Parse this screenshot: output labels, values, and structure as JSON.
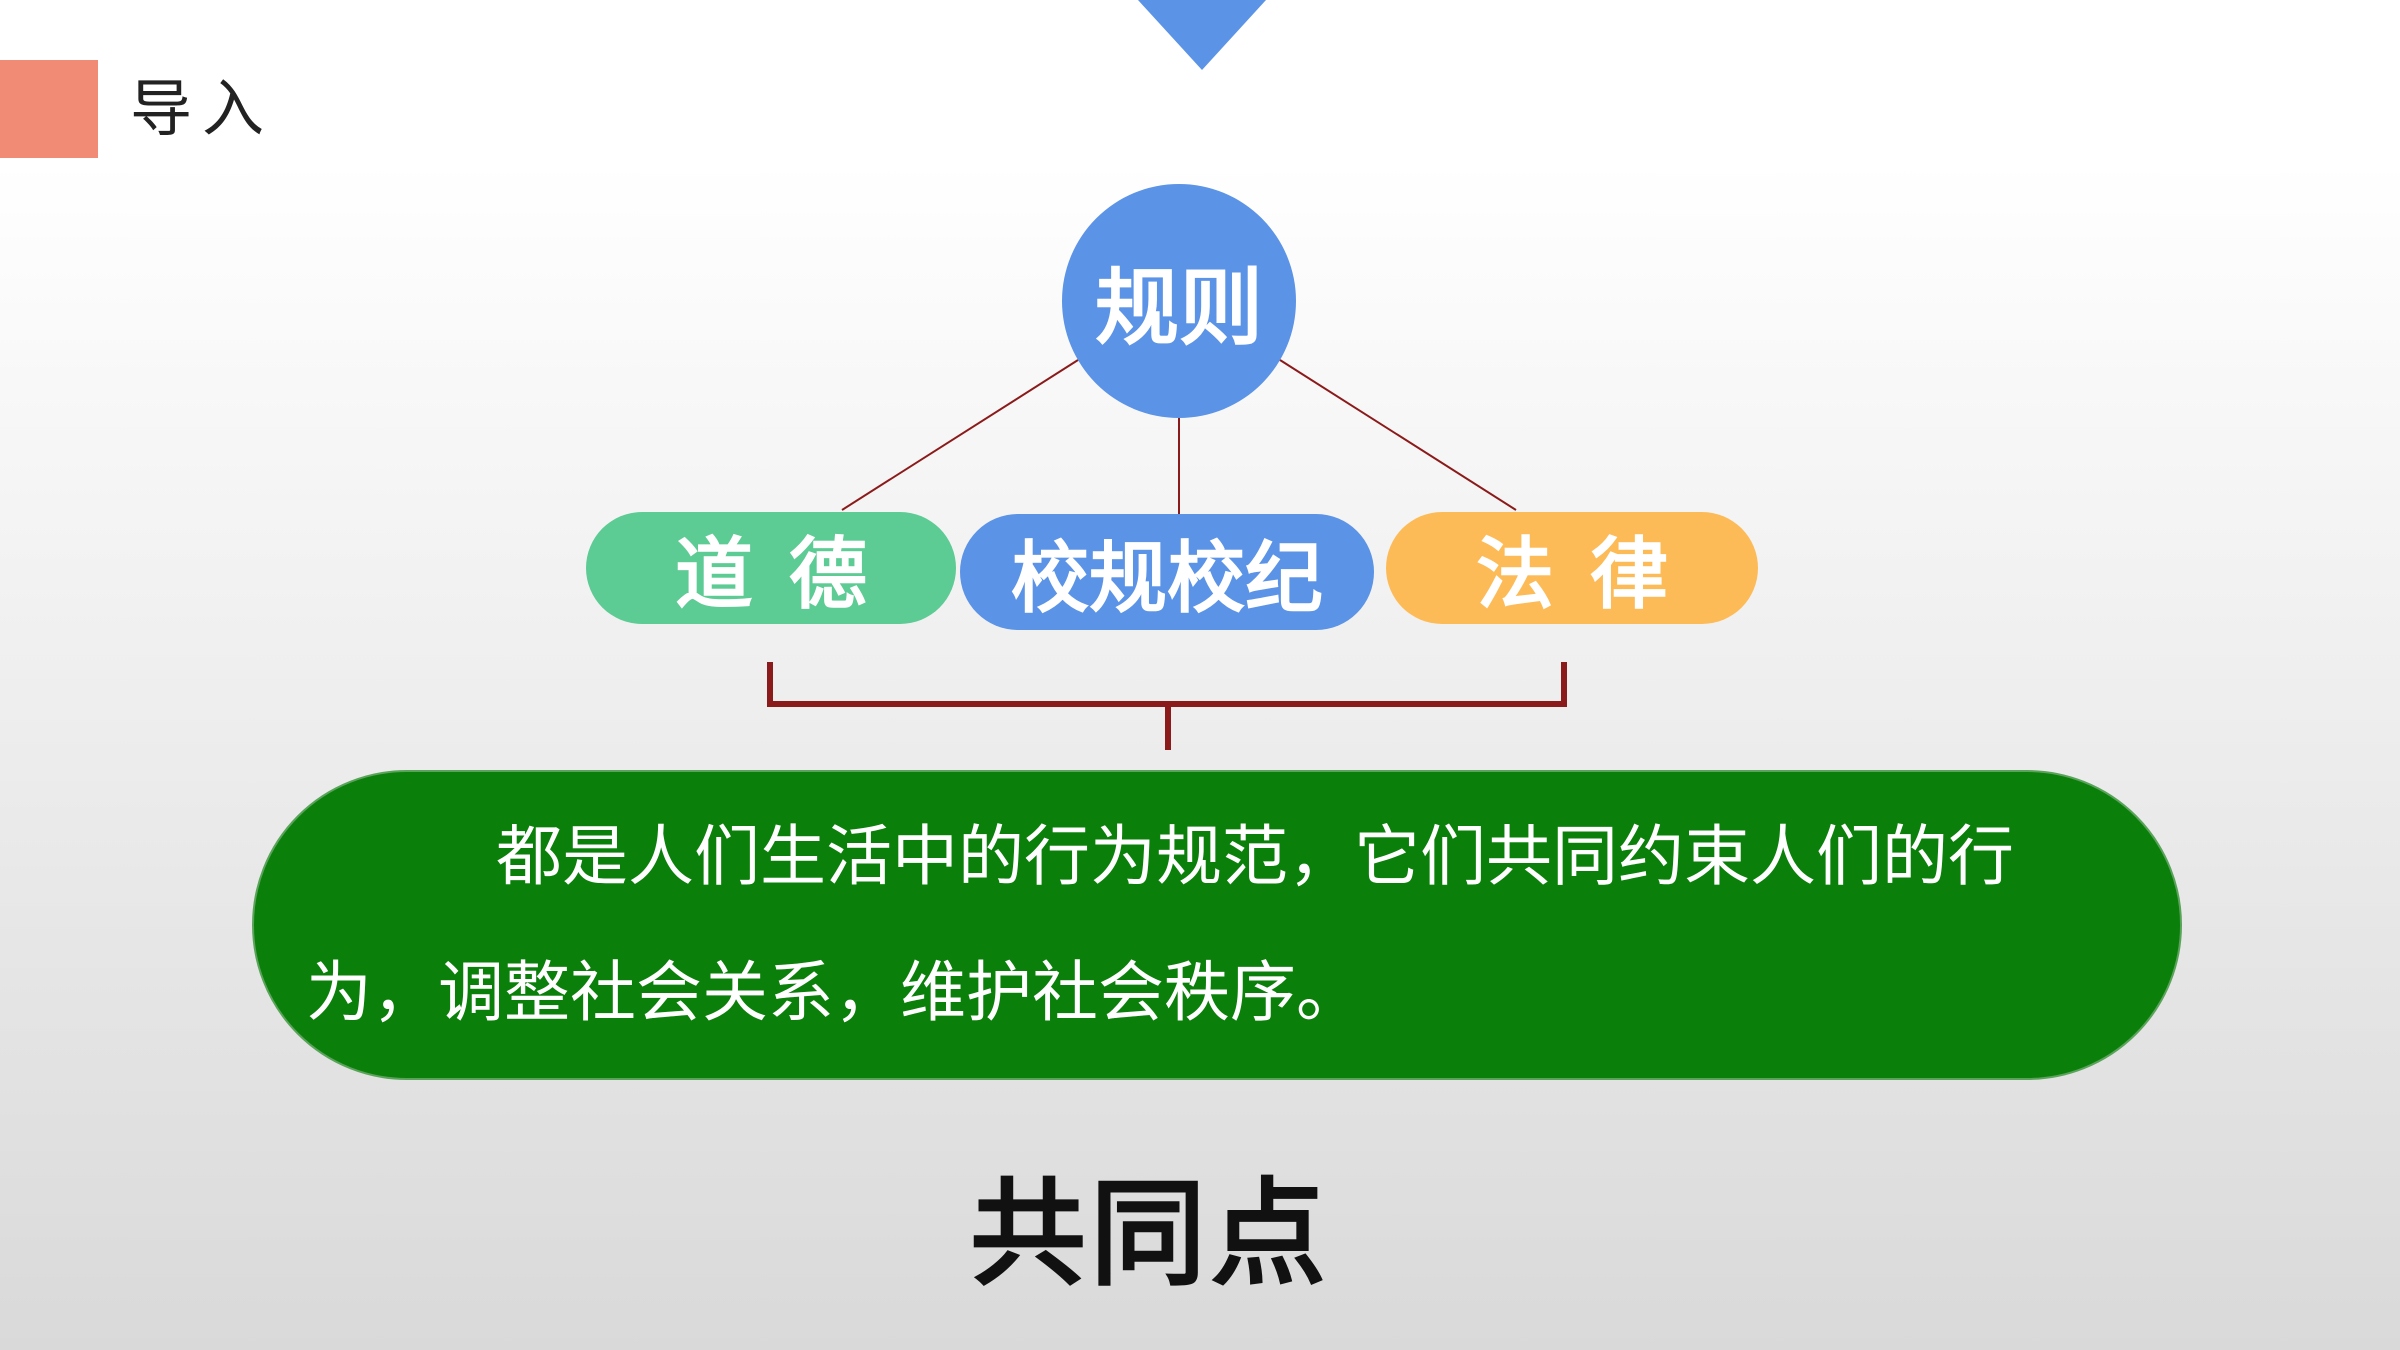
{
  "header": {
    "section_title": "导入"
  },
  "diagram": {
    "root": "规则",
    "children": [
      {
        "label": "道德",
        "color": "#5ccb94"
      },
      {
        "label": "校规校纪",
        "color": "#5b93e6"
      },
      {
        "label": "法律",
        "color": "#fdbb57"
      }
    ],
    "summary": "都是人们生活中的行为规范，它们共同约束人们的行为，调整社会关系，维护社会秩序。",
    "caption": "共同点"
  },
  "colors": {
    "accent_blue": "#5b93e6",
    "section_marker": "#f28b76",
    "summary_green": "#0a7f0a",
    "connector": "#8b1a1a"
  }
}
